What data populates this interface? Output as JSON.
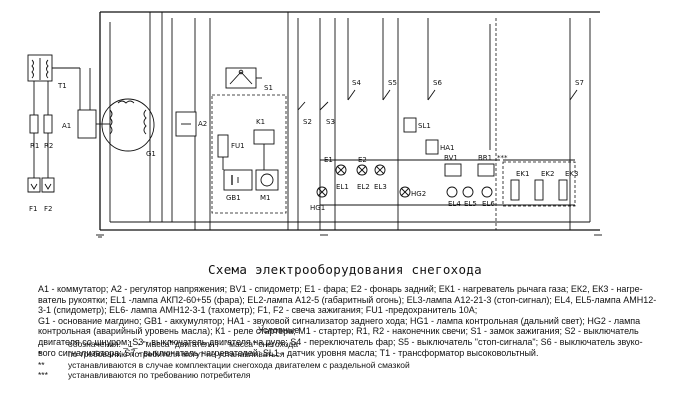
{
  "diagram": {
    "component_labels": {
      "F1": "F1",
      "F2": "F2",
      "R1": "R1",
      "R2": "R2",
      "T1": "T1",
      "A1": "A1",
      "G1": "G1",
      "A2": "A2",
      "FU1": "FU1",
      "GB1": "GB1",
      "M1": "M1",
      "K1": "K1",
      "S1": "S1",
      "S2": "S2",
      "S3": "S3",
      "S4": "S4",
      "S5": "S5",
      "S6": "S6",
      "S7": "S7",
      "E1": "E1",
      "E2": "E2",
      "EL1": "EL1",
      "EL2": "EL2",
      "EL3": "EL3",
      "EL4": "EL4",
      "EL5": "EL5",
      "EL6": "EL6",
      "HG1": "HG1",
      "HG2": "HG2",
      "HA1": "HA1",
      "SL1": "SL1",
      "BV1": "BV1",
      "BR1": "BR1",
      "EK1": "EK1",
      "EK2": "EK2",
      "EK3": "EK3"
    },
    "stars": {
      "one": "*",
      "three": "***"
    }
  },
  "title": "Схема электрооборудования снегохода",
  "legend_lines": [
    "А1 - коммутатор; А2 - регулятор напряжения; BV1 - спидометр; Е1 - фара; Е2 - фонарь задний; ЕК1 - нагреватель рычага газа; ЕК2, ЕК3 - нагре-",
    "ватель рукоятки; EL1 -лампа АКП2-60+55 (фара); EL2-лампа А12-5 (габаритный огонь); EL3-лампа А12-21-3 (стоп-сигнал); EL4, EL5-лампа АМН12-",
    "3-1 (спидометр); EL6- лампа АМН12-3-1 (тахометр); F1, F2 - свеча зажигания; FU1 -предохранитель 10А;",
    "G1 - основание магдино; GB1 - аккумулятор; НА1 - звуковой сигнализатор заднего хода; HG1 - лампа контрольная (дальний свет); HG2 - лампа",
    "контрольная (аварийный уровень масла); К1 - реле стартера; М1 - стартер; R1, R2 - наконечник свечи; S1 - замок зажигания; S2 - выключатель",
    "двигателя со шнуром; S3 - выключатель двигателя на руле; S4 - переключатель фар; S5 - выключатель \"стоп-сигнала\"; S6 - выключатель звуко-",
    "вого сигнализатора; S7 - выключатель нагревателей; SL1 - датчик уровня масла; Т1 - трансформатор высоковольтный."
  ],
  "conditions_title": "Условные",
  "notes": [
    {
      "mark": "",
      "text": "обозначения: _1_- \"масса\" двигателя i - \"масса\" снегохода"
    },
    {
      "mark": "*",
      "text": "по требованию потребителя могут не устанавливаться"
    },
    {
      "mark": "**",
      "text": "устанавливаются в случае комплектации снегохода двигателем с раздельной смазкой"
    },
    {
      "mark": "***",
      "text": "устанавливаются по требованию потребителя"
    }
  ]
}
